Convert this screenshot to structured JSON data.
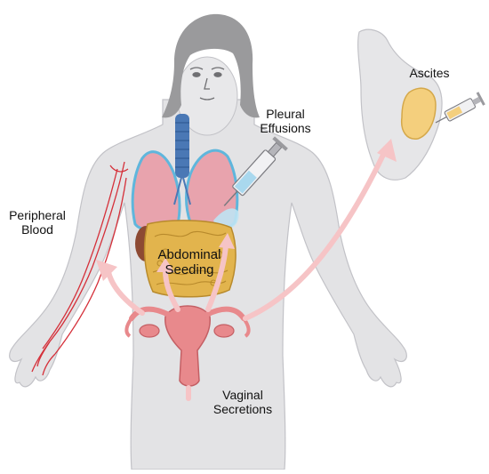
{
  "labels": {
    "pleural": "Pleural\nEffusions",
    "ascites": "Ascites",
    "peripheral": "Peripheral\nBlood",
    "abdominal": "Abdominal\nSeeding",
    "vaginal": "Vaginal\nSecretions"
  },
  "colors": {
    "skin": "#e3e3e5",
    "skin_outline": "#bdbdc2",
    "hair": "#9a9a9c",
    "lung": "#e8a3ad",
    "lung_outline": "#5fb6dc",
    "trachea": "#4a78b5",
    "intestine": "#e2b44d",
    "liver": "#8d4a33",
    "uterus": "#e8898c",
    "arrow": "#f6c4c6",
    "vessel": "#d5303a",
    "fluid": "#f4cf7d",
    "syringe_fluid": "#a9d8ee"
  },
  "icons": [
    "syringe-icon",
    "syringe-icon"
  ]
}
